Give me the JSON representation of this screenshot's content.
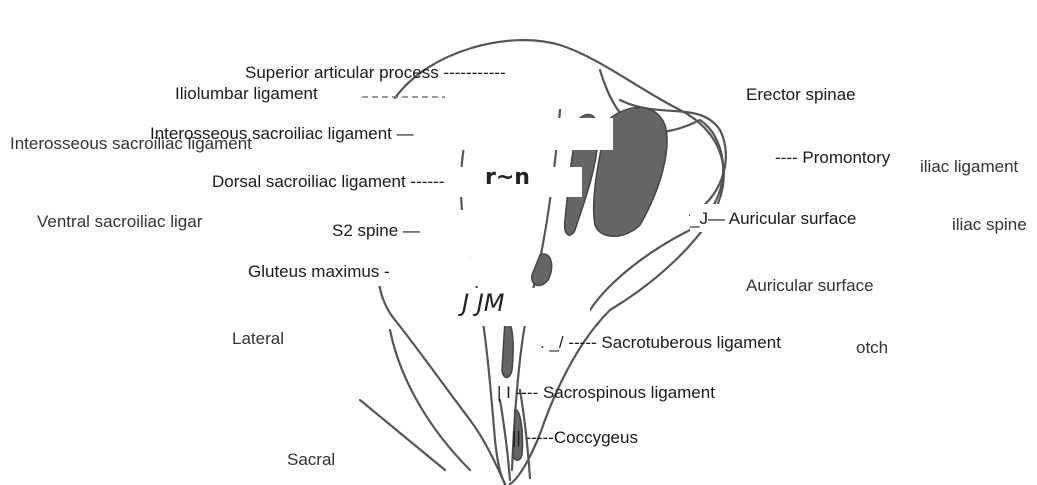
{
  "labels": {
    "superior_articular_process": "Superior articular process -----------",
    "iliolumbar_ligament": "Iliolumbar ligament",
    "erector_spinae": "Erector spinae",
    "interosseous_left": "Interosseous sacroiliac ligament",
    "interosseous_front": "Interosseous sacroiliac ligament —",
    "promontory": "---- Promontory",
    "iliac_ligament": "iliac ligament",
    "dorsal_sacroiliac": "Dorsal sacroiliac ligament ------",
    "ventral_sacroiliac": "Ventral sacroiliac ligar",
    "s2_spine": "S2 spine —",
    "auricular_surface_front": "_J— Auricular surface",
    "iliac_spine": "iliac spine",
    "gluteus_maximus": "Gluteus maximus -",
    "auricular_surface_back": "Auricular surface",
    "lateral": "Lateral",
    "sacrotuberous": ". _/ ----- Sacrotuberous ligament",
    "notch": "otch",
    "sacrospinous": "|  I  ----  Sacrospinous ligament",
    "coccygeus": "|| -----Coccygeus",
    "sacral": "Sacral"
  },
  "fragments": {
    "r_n": "r~n",
    "jjm": "J JM"
  }
}
